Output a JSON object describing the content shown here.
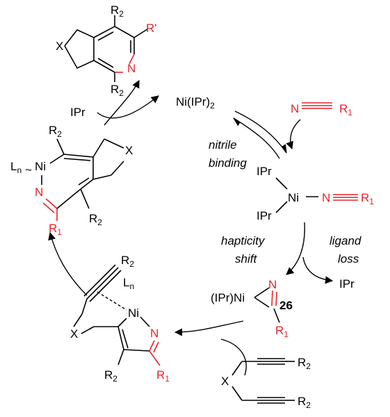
{
  "colors": {
    "black": "#000000",
    "red": "#e8232a"
  },
  "labels": {
    "top_product": {
      "r2_top": "R",
      "r2_top_sub": "2",
      "r_prime": "R'",
      "x": "X",
      "n": "N",
      "r2_bottom": "R",
      "r2_bottom_sub": "2"
    },
    "ipr_released_top": "IPr",
    "catalyst": {
      "text": "Ni(IPr)",
      "sub": "2"
    },
    "nitrile_reagent": {
      "n": "N",
      "r1": "R",
      "r1_sub": "1"
    },
    "step_nitrile_binding": [
      "nitrile",
      "binding"
    ],
    "nitrile_complex": {
      "ipr_top": "IPr",
      "ni": "Ni",
      "ipr_bottom": "IPr",
      "n": "N",
      "r1": "R",
      "r1_sub": "1"
    },
    "step_hapticity_shift": [
      "hapticity",
      "shift"
    ],
    "step_ligand_loss": [
      "ligand",
      "loss"
    ],
    "ipr_released_right": "IPr",
    "eta2_complex": {
      "ipr_ni": "(IPr)Ni",
      "n": "N",
      "r1": "R",
      "r1_sub": "1",
      "compound_number": "26"
    },
    "diyne": {
      "x": "X",
      "r2_top": "R",
      "r2_top_sub": "2",
      "r2_bottom": "R",
      "r2_bottom_sub": "2"
    },
    "azanickelacycle": {
      "r2_alkyne": "R",
      "r2_alkyne_sub": "2",
      "ln": "L",
      "ln_sub": "n",
      "ni": "Ni",
      "x": "X",
      "n": "N",
      "r2": "R",
      "r2_sub": "2",
      "r1": "R",
      "r1_sub": "1"
    },
    "metallacycle": {
      "r2_top": "R",
      "r2_top_sub": "2",
      "ln": "L",
      "ln_sub": "n",
      "ni": "Ni",
      "x": "X",
      "n": "N",
      "r1": "R",
      "r1_sub": "1",
      "r2_bottom": "R",
      "r2_bottom_sub": "2"
    }
  }
}
